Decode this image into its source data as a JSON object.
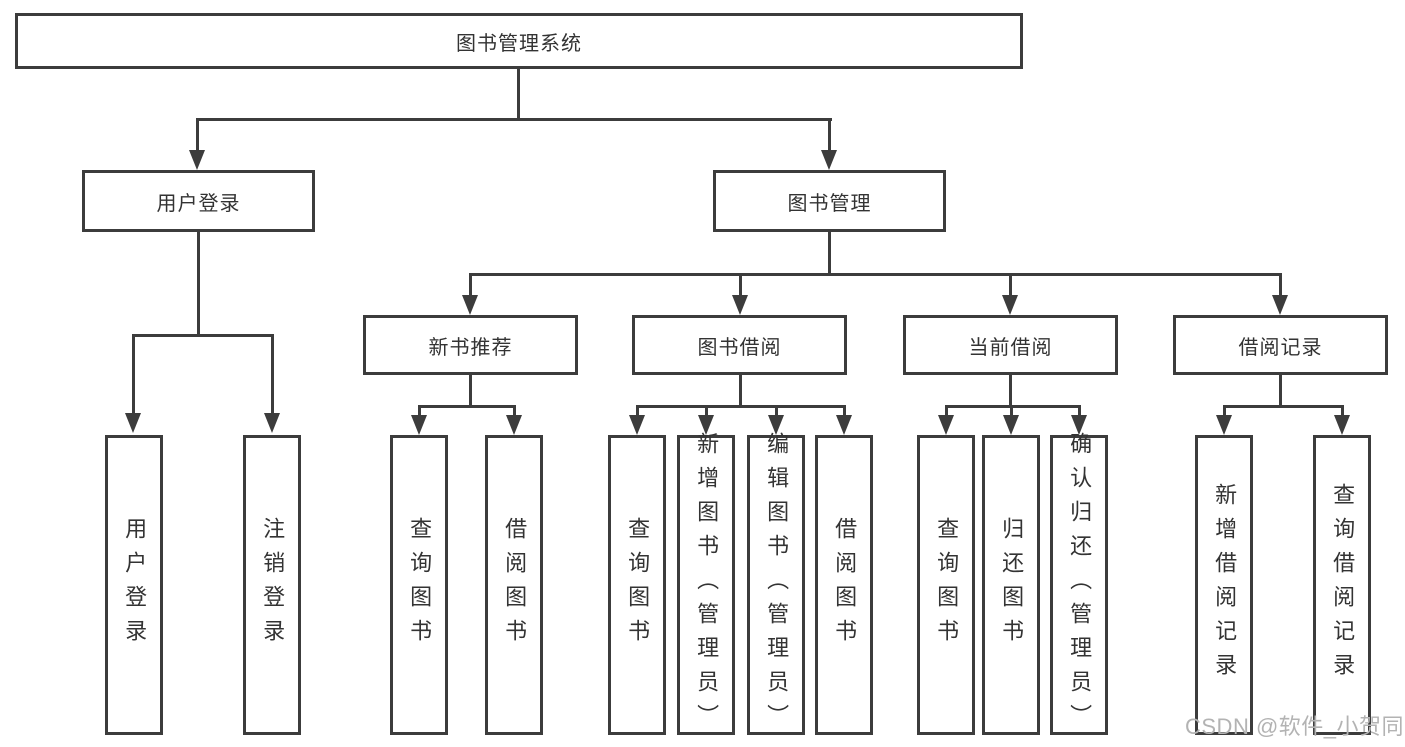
{
  "diagram": {
    "root": {
      "label": "图书管理系统"
    },
    "branches": [
      {
        "label": "用户登录",
        "children": [
          "用户登录",
          "注销登录"
        ]
      },
      {
        "label": "图书管理",
        "groups": [
          {
            "label": "新书推荐",
            "children": [
              "查询图书",
              "借阅图书"
            ]
          },
          {
            "label": "图书借阅",
            "children": [
              "查询图书",
              "新增图书（管理员）",
              "编辑图书（管理员）",
              "借阅图书"
            ]
          },
          {
            "label": "当前借阅",
            "children": [
              "查询图书",
              "归还图书",
              "确认归还（管理员）"
            ]
          },
          {
            "label": "借阅记录",
            "children": [
              "新增借阅记录",
              "查询借阅记录"
            ]
          }
        ]
      }
    ]
  },
  "watermark": {
    "text": "CSDN @软件_小贺同学"
  },
  "colors": {
    "line": "#3c3c3c",
    "text": "#333333",
    "watermark": "#b3b3b3",
    "background": "#ffffff"
  }
}
